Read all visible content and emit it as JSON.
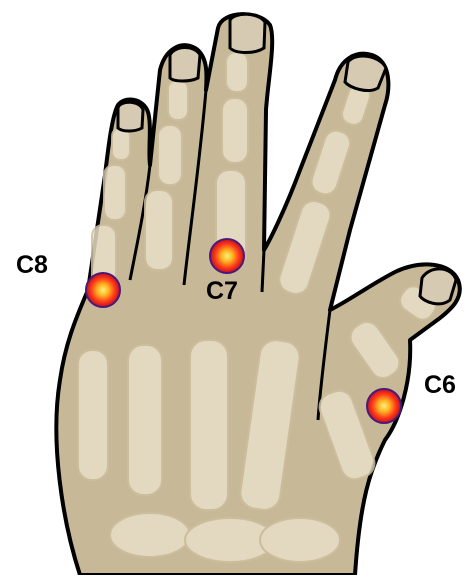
{
  "labels": {
    "c6": "C6",
    "c7": "C7",
    "c8": "C8"
  },
  "colors": {
    "skin": "#c7b898",
    "skin_shadow": "#b3a27e",
    "bone": "#e8dec8",
    "bone_shadow": "#cdbf9f",
    "outline": "#000000",
    "nail": "#d6cbb2",
    "marker_center": "#ffe14d",
    "marker_mid": "#ff3a1a",
    "marker_edge": "#c0101f",
    "marker_ring": "#4a1a7a"
  }
}
